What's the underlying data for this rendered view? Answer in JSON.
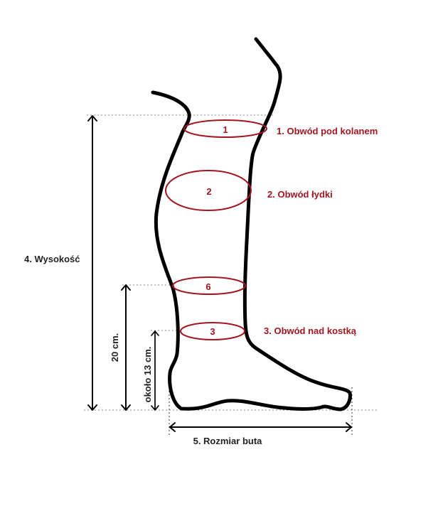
{
  "colors": {
    "accent": "#a3161f",
    "outline": "#000000",
    "text": "#222222"
  },
  "measurements": [
    {
      "number": "1",
      "label": "1. Obwód pod kolanem"
    },
    {
      "number": "2",
      "label": "2. Obwód łydki"
    },
    {
      "number": "6",
      "label": ""
    },
    {
      "number": "3",
      "label": "3. Obwód nad kostką"
    }
  ],
  "dimensions": {
    "height": "4. Wysokość",
    "twenty_cm": "20 cm.",
    "thirteen_cm": "około 13 cm.",
    "shoe_size": "5. Rozmiar buta"
  }
}
